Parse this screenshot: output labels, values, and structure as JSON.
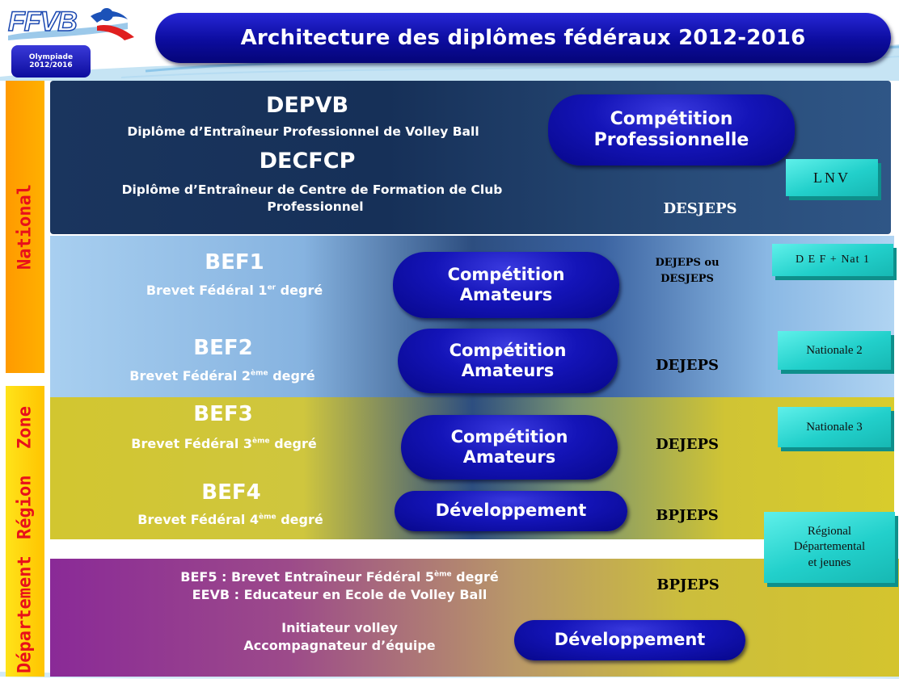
{
  "title": "Architecture des diplômes fédéraux 2012-2016",
  "logo": {
    "brand": "FFVB",
    "olympiad_label": "Olympiade",
    "olympiad_years": "2012/2016"
  },
  "side_labels": {
    "national": "National",
    "zone": "Zone",
    "region": "Région",
    "departement": "Département"
  },
  "rows": {
    "pro": {
      "d1_code": "DEPVB",
      "d1_desc": "Diplôme d’Entraîneur Professionnel de Volley Ball",
      "d2_code": "DECFCP",
      "d2_desc_1": "Diplôme d’Entraîneur de Centre de Formation de Club",
      "d2_desc_2": "Professionnel",
      "pill_1": "Compétition",
      "pill_2": "Professionnelle",
      "state_diploma": "DESJEPS",
      "level": "LNV"
    },
    "bef1": {
      "code": "BEF1",
      "desc_a": "Brevet  Fédéral 1",
      "sup": "er",
      "desc_b": " degré",
      "pill_1": "Compétition",
      "pill_2": "Amateurs",
      "state_1": "DEJEPS ou",
      "state_2": "DESJEPS",
      "level": "D E F + Nat 1"
    },
    "bef2": {
      "code": "BEF2",
      "desc_a": "Brevet Fédéral 2",
      "sup": "ème",
      "desc_b": " degré",
      "pill_1": "Compétition",
      "pill_2": "Amateurs",
      "state_diploma": "DEJEPS",
      "level": "Nationale 2"
    },
    "bef3": {
      "code": "BEF3",
      "desc_a": "Brevet  Fédéral 3",
      "sup": "ème",
      "desc_b": " degré",
      "pill_1": "Compétition",
      "pill_2": "Amateurs",
      "state_diploma": "DEJEPS",
      "level": "Nationale 3"
    },
    "bef4": {
      "code": "BEF4",
      "desc_a": "Brevet Fédéral 4",
      "sup": "ème",
      "desc_b": " degré",
      "pill": "Développement",
      "state_diploma": "BPJEPS",
      "level_1": "Régional",
      "level_2": "Départemental",
      "level_3": "et jeunes"
    },
    "dept": {
      "bef5_a": "BEF5 : Brevet  Entraîneur Fédéral 5",
      "bef5_sup": "ème",
      "bef5_b": "  degré",
      "eevb": "EEVB : Educateur en Ecole de Volley Ball",
      "init_1": "Initiateur volley",
      "init_2": "Accompagnateur d’équipe",
      "pill": "Développement",
      "state_diploma": "BPJEPS"
    }
  },
  "colors": {
    "navy": "#152b55",
    "blue_light": "#8fbde8",
    "olive": "#c9be3a",
    "purple": "#8c2c98",
    "orange": "#ffa000",
    "pill": "#0c0c9e",
    "teal": "#22d0cb"
  }
}
